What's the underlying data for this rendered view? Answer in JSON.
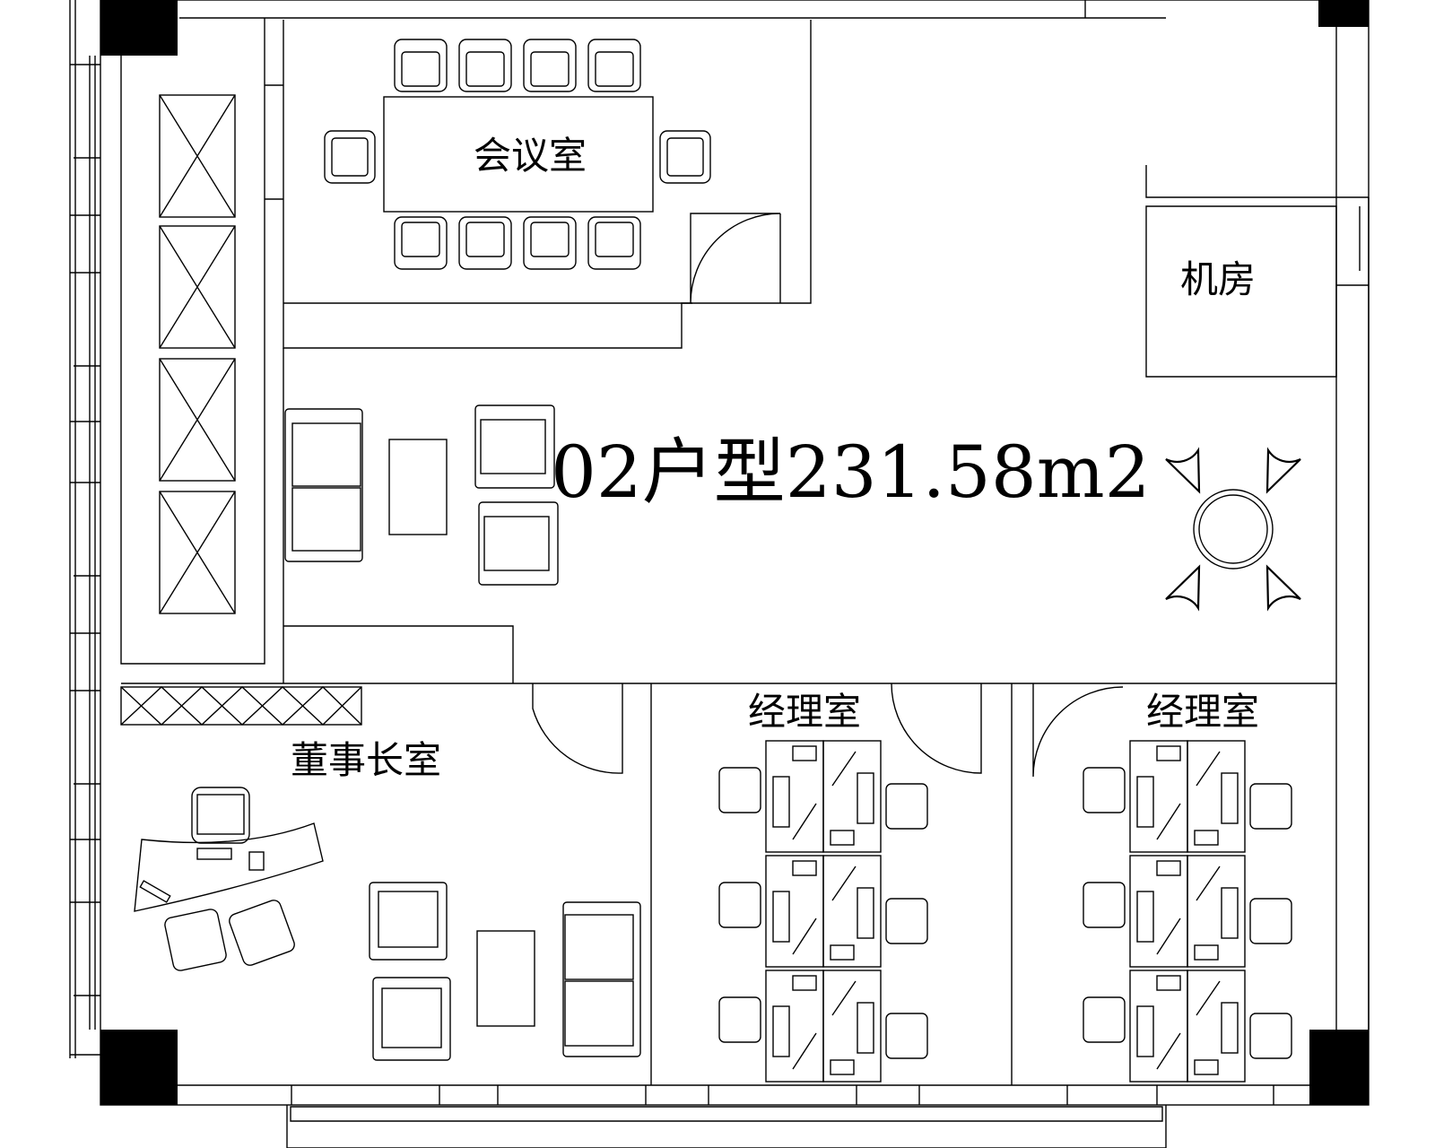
{
  "title": "02户型231.58m2",
  "rooms": {
    "meeting": "会议室",
    "server": "机房",
    "chairman": "董事长室",
    "manager_a": "经理室",
    "manager_b": "经理室"
  },
  "colors": {
    "line": "#000000",
    "background": "#ffffff"
  }
}
